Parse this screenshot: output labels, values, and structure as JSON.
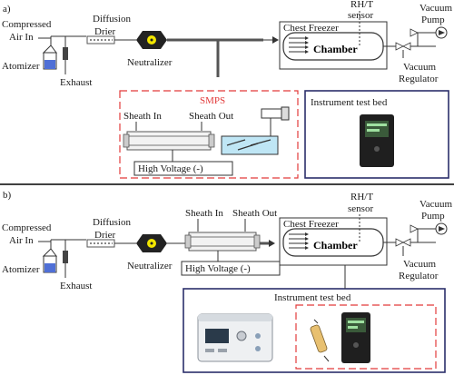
{
  "panel_a": {
    "label": "a)",
    "compressed_air": [
      "Compressed",
      "Air In"
    ],
    "atomizer": "Atomizer",
    "diffusion_drier": [
      "Diffusion",
      "Drier"
    ],
    "exhaust": "Exhaust",
    "neutralizer": "Neutralizer",
    "chest_freezer": "Chest Freezer",
    "chamber": "Chamber",
    "rht_sensor": [
      "RH/T",
      "sensor"
    ],
    "vacuum_pump": [
      "Vacuum",
      "Pump"
    ],
    "vacuum_regulator": [
      "Vacuum",
      "Regulator"
    ],
    "smps": "SMPS",
    "sheath_in": "Sheath In",
    "sheath_out": "Sheath Out",
    "high_voltage": "High Voltage (-)",
    "instrument_test_bed": "Instrument test bed"
  },
  "panel_b": {
    "label": "b)",
    "compressed_air": [
      "Compressed",
      "Air In"
    ],
    "atomizer": "Atomizer",
    "diffusion_drier": [
      "Diffusion",
      "Drier"
    ],
    "exhaust": "Exhaust",
    "neutralizer": "Neutralizer",
    "sheath_in": "Sheath In",
    "sheath_out": "Sheath Out",
    "high_voltage": "High Voltage (-)",
    "chest_freezer": "Chest Freezer",
    "chamber": "Chamber",
    "rht_sensor": [
      "RH/T",
      "sensor"
    ],
    "vacuum_pump": [
      "Vacuum",
      "Pump"
    ],
    "vacuum_regulator": [
      "Vacuum",
      "Regulator"
    ],
    "instrument_test_bed": "Instrument test bed"
  },
  "colors": {
    "smps_border": "#e23b3b",
    "test_bed_border": "#2b2f6b",
    "liquid": "#4f6fd6",
    "neutralizer_core": "#f2e600",
    "water_bath": "#bfe6f5"
  }
}
